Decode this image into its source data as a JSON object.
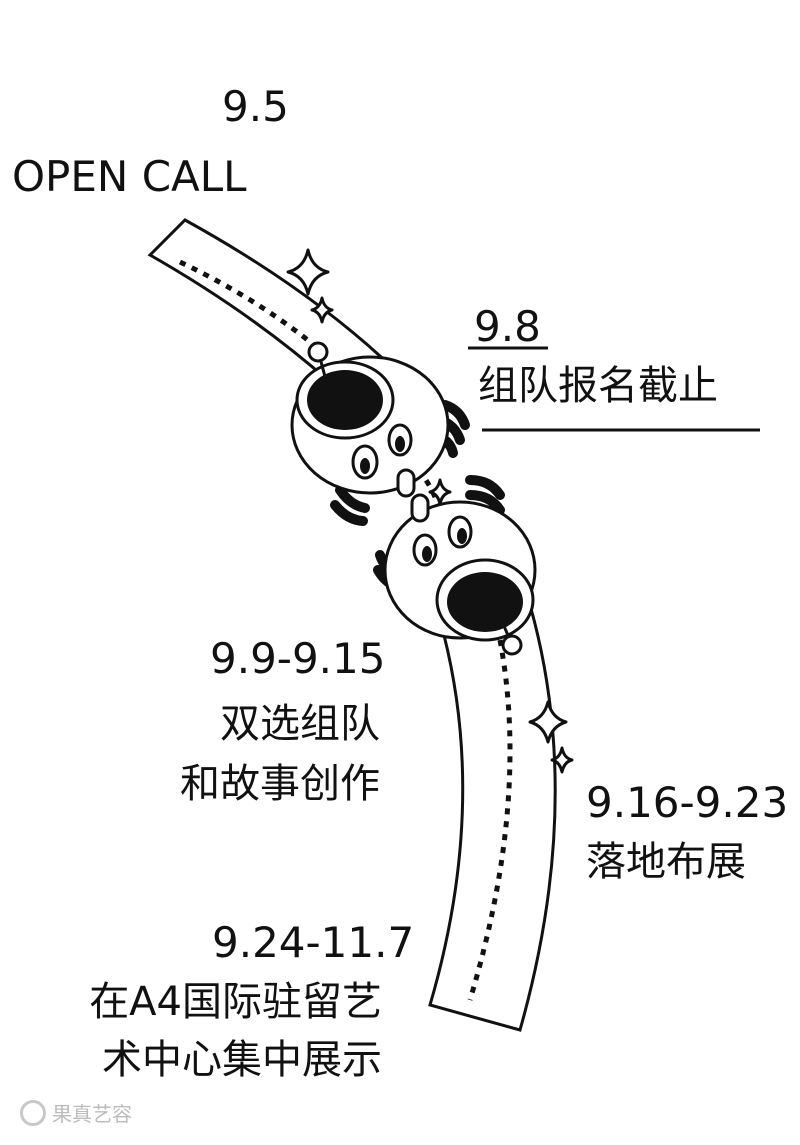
{
  "milestones": {
    "open_call": {
      "date": "9.5",
      "label": "OPEN CALL"
    },
    "team_deadline": {
      "date": "9.8",
      "label": "组队报名截止"
    },
    "team_building": {
      "date": "9.9-9.15",
      "line1": "双选组队",
      "line2": "和故事创作"
    },
    "installation": {
      "date": "9.16-9.23",
      "label": "落地布展"
    },
    "exhibition": {
      "date": "9.24-11.7",
      "line1": "在A4国际驻留艺",
      "line2": "术中心集中展示"
    }
  },
  "watermark": {
    "text": "果真艺容"
  },
  "colors": {
    "ink": "#111111",
    "paper": "#ffffff",
    "watermark": "#bcbcbc"
  }
}
